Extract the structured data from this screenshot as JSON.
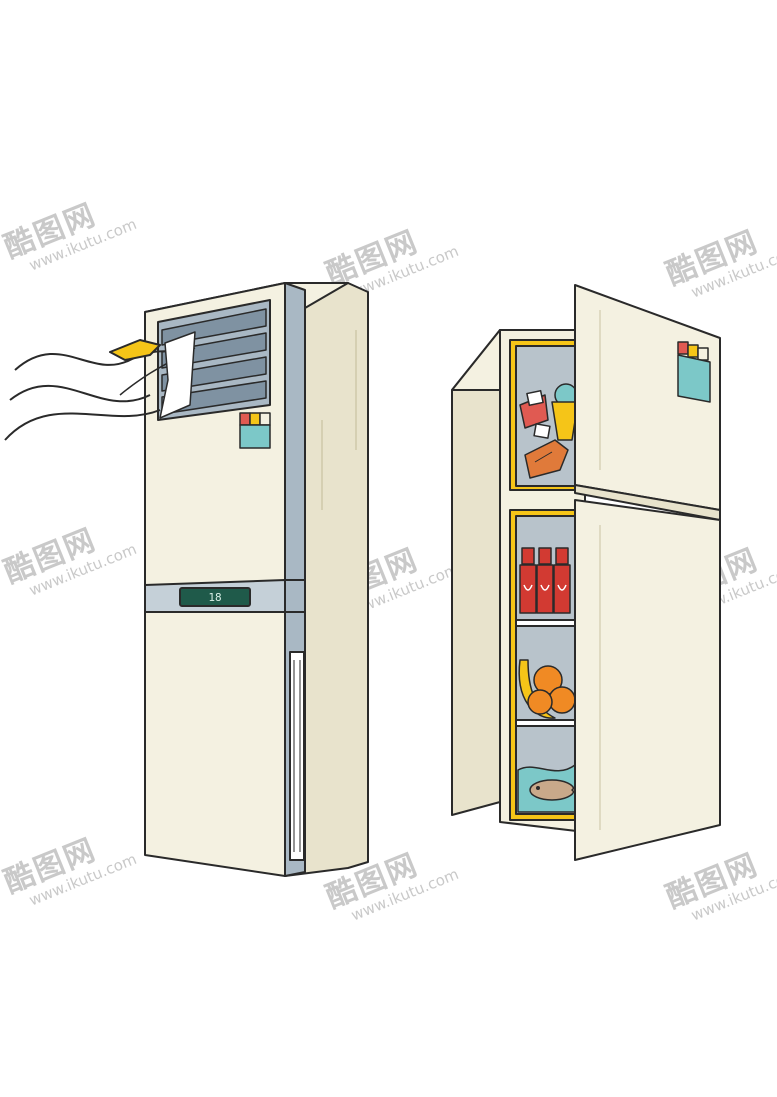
{
  "watermark": {
    "brand": "酷图网",
    "url": "www.ikutu.com"
  },
  "ac_unit": {
    "display_value": "18",
    "icon": "air-conditioner-icon"
  },
  "fridge": {
    "icon": "refrigerator-icon",
    "freezer_items": [
      "ice-cream",
      "ice-cubes",
      "popsicle"
    ],
    "shelf_items": [
      "soda-cans",
      "fruit",
      "fish"
    ]
  },
  "colors": {
    "body": "#f4f1e1",
    "side": "#e8e3cc",
    "trim": "#a9b8c4",
    "outline": "#2a2a2a",
    "accent_yellow": "#f5c518",
    "accent_red": "#e05a52",
    "accent_teal": "#7cc8c8"
  }
}
